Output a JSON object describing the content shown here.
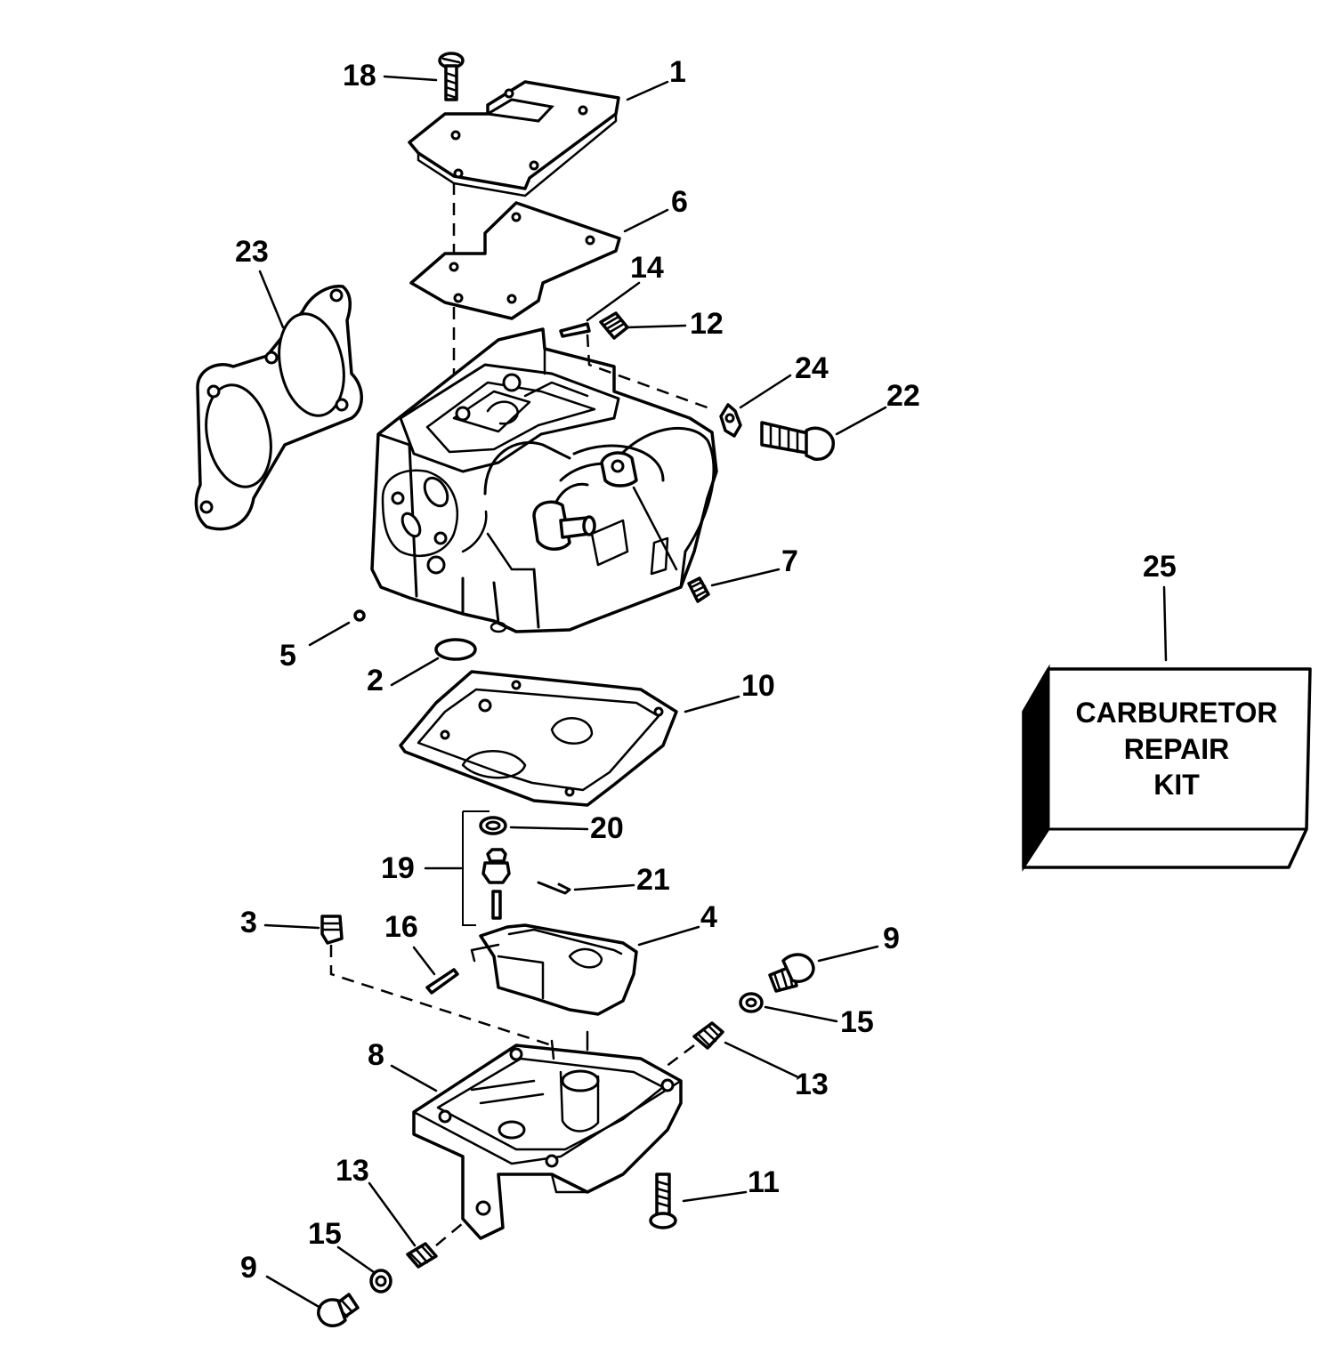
{
  "callouts": [
    {
      "id": "1",
      "label": "1"
    },
    {
      "id": "2",
      "label": "2"
    },
    {
      "id": "3",
      "label": "3"
    },
    {
      "id": "4",
      "label": "4"
    },
    {
      "id": "5",
      "label": "5"
    },
    {
      "id": "6",
      "label": "6"
    },
    {
      "id": "7",
      "label": "7"
    },
    {
      "id": "8",
      "label": "8"
    },
    {
      "id": "9a",
      "label": "9"
    },
    {
      "id": "9b",
      "label": "9"
    },
    {
      "id": "10",
      "label": "10"
    },
    {
      "id": "11",
      "label": "11"
    },
    {
      "id": "12",
      "label": "12"
    },
    {
      "id": "13a",
      "label": "13"
    },
    {
      "id": "13b",
      "label": "13"
    },
    {
      "id": "14",
      "label": "14"
    },
    {
      "id": "15a",
      "label": "15"
    },
    {
      "id": "15b",
      "label": "15"
    },
    {
      "id": "16",
      "label": "16"
    },
    {
      "id": "18",
      "label": "18"
    },
    {
      "id": "19",
      "label": "19"
    },
    {
      "id": "20",
      "label": "20"
    },
    {
      "id": "21",
      "label": "21"
    },
    {
      "id": "22",
      "label": "22"
    },
    {
      "id": "23",
      "label": "23"
    },
    {
      "id": "24",
      "label": "24"
    },
    {
      "id": "25",
      "label": "25"
    }
  ],
  "kit": {
    "line1": "CARBURETOR",
    "line2": "REPAIR",
    "line3": "KIT"
  }
}
